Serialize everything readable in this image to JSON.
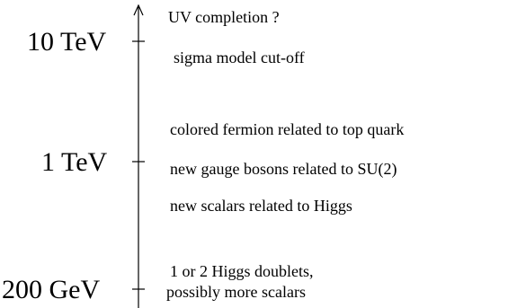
{
  "diagram": {
    "levels": [
      {
        "label": "10 TeV",
        "notes": [
          "UV completion ?",
          "sigma model cut-off"
        ]
      },
      {
        "label": "1 TeV",
        "notes": [
          "colored fermion related to top quark",
          "new gauge bosons related to SU(2)",
          "new scalars related to Higgs"
        ]
      },
      {
        "label": "200 GeV",
        "notes": [
          "1 or 2 Higgs doublets,",
          "possibly more scalars"
        ]
      }
    ]
  }
}
